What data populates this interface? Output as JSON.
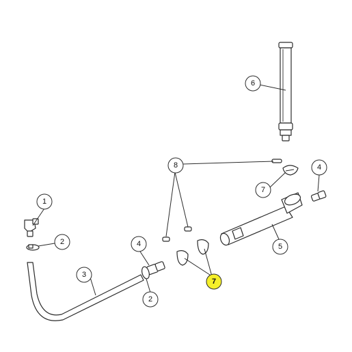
{
  "diagram": {
    "callouts": [
      {
        "id": "c-6",
        "label": "6",
        "highlighted": false
      },
      {
        "id": "c-8",
        "label": "8",
        "highlighted": false
      },
      {
        "id": "c-4a",
        "label": "4",
        "highlighted": false
      },
      {
        "id": "c-7a",
        "label": "7",
        "highlighted": false
      },
      {
        "id": "c-1",
        "label": "1",
        "highlighted": false
      },
      {
        "id": "c-2a",
        "label": "2",
        "highlighted": false
      },
      {
        "id": "c-4b",
        "label": "4",
        "highlighted": false
      },
      {
        "id": "c-5",
        "label": "5",
        "highlighted": false
      },
      {
        "id": "c-3",
        "label": "3",
        "highlighted": false
      },
      {
        "id": "c-7b",
        "label": "7",
        "highlighted": true
      },
      {
        "id": "c-2b",
        "label": "2",
        "highlighted": false
      }
    ],
    "colors": {
      "line": "#2b2b2b",
      "highlight": "#f5ef2a",
      "background": "#ffffff"
    }
  }
}
